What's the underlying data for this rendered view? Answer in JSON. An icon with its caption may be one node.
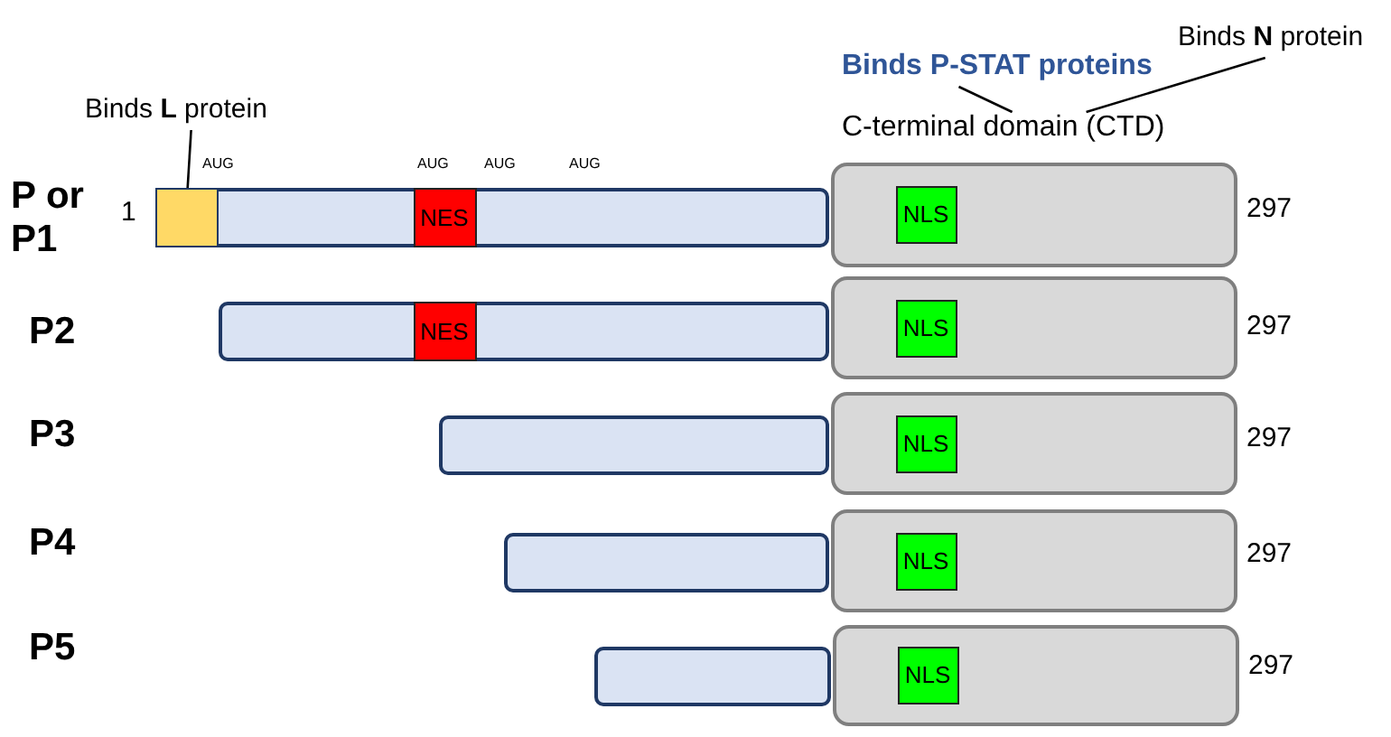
{
  "diagram": {
    "nodes": [
      {
        "text": [
          "Binds **L** protein"
        ]
      },
      {
        "text": [
          "Binds P-STAT proteins"
        ]
      },
      {
        "text": [
          "Binds **N** protein"
        ]
      },
      {
        "text": [
          "C-terminal domain (CTD)"
        ]
      },
      {
        "text": [],
        "shape": "bar",
        "beside": [
          "1"
        ]
      },
      {
        "text": [],
        "shape": "box",
        "in": 4
      },
      {
        "text": [
          "NES"
        ],
        "in": 4
      },
      {
        "text": [],
        "shape": "box",
        "beside": [
          "297"
        ]
      },
      {
        "text": [
          "NLS"
        ],
        "in": 7
      },
      {
        "text": [],
        "shape": "bar"
      },
      {
        "text": [
          "NES"
        ],
        "in": 9
      },
      {
        "text": [],
        "shape": "box",
        "beside": [
          "297"
        ]
      },
      {
        "text": [
          "NLS"
        ],
        "in": 11
      },
      {
        "text": [],
        "shape": "bar"
      },
      {
        "text": [],
        "shape": "box",
        "beside": [
          "297"
        ]
      },
      {
        "text": [
          "NLS"
        ],
        "in": 14
      },
      {
        "text": [],
        "shape": "bar"
      },
      {
        "text": [],
        "shape": "box",
        "beside": [
          "297"
        ]
      },
      {
        "text": [
          "NLS"
        ],
        "in": 17
      },
      {
        "text": [],
        "shape": "bar"
      },
      {
        "text": [],
        "shape": "box",
        "beside": [
          "297"
        ]
      },
      {
        "text": [
          "NLS"
        ],
        "in": 20
      }
    ],
    "edges": [
      {
        "from": 0,
        "to": 5,
        "arrow": "none"
      },
      {
        "from": 1,
        "to": 3,
        "arrow": "none"
      },
      {
        "from": 2,
        "to": 3,
        "arrow": "none"
      }
    ],
    "labels": [
      "AUG",
      "AUG",
      "AUG",
      "AUG",
      "P or P1",
      "P2",
      "P3",
      "P4",
      "P5"
    ]
  }
}
